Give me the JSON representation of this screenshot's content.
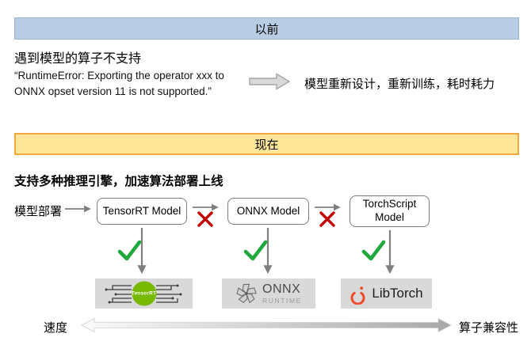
{
  "before": {
    "header": "以前",
    "problem_title": "遇到模型的算子不支持",
    "error_line1": "“RuntimeError: Exporting the operator xxx to",
    "error_line2": "ONNX opset version 11 is not supported.”",
    "consequence": "模型重新设计，重新训练，耗时耗力"
  },
  "now": {
    "header": "现在",
    "subtitle": "支持多种推理引擎，加速算法部署上线",
    "flow_label": "模型部署",
    "models": {
      "tensorrt": "TensorRT Model",
      "onnx": "ONNX Model",
      "torchscript": "TorchScript Model"
    },
    "logos": {
      "tensorrt": "TensorRT",
      "onnx_line1": "ONNX",
      "onnx_line2": "RUNTIME",
      "libtorch": "LibTorch"
    },
    "axis": {
      "left": "速度",
      "right": "算子兼容性"
    }
  },
  "colors": {
    "before_bar_fill": "#b8cce4",
    "before_bar_border": "#95b3d7",
    "now_bar_fill": "#ffe699",
    "now_bar_border": "#f0a73d",
    "check_green": "#1fa83c",
    "cross_red": "#c00000",
    "tensorrt_green": "#76b900",
    "pytorch_orange": "#ee4c2c",
    "logo_box_gray": "#d9d9d9",
    "arrow_gray": "#7f7f7f"
  }
}
